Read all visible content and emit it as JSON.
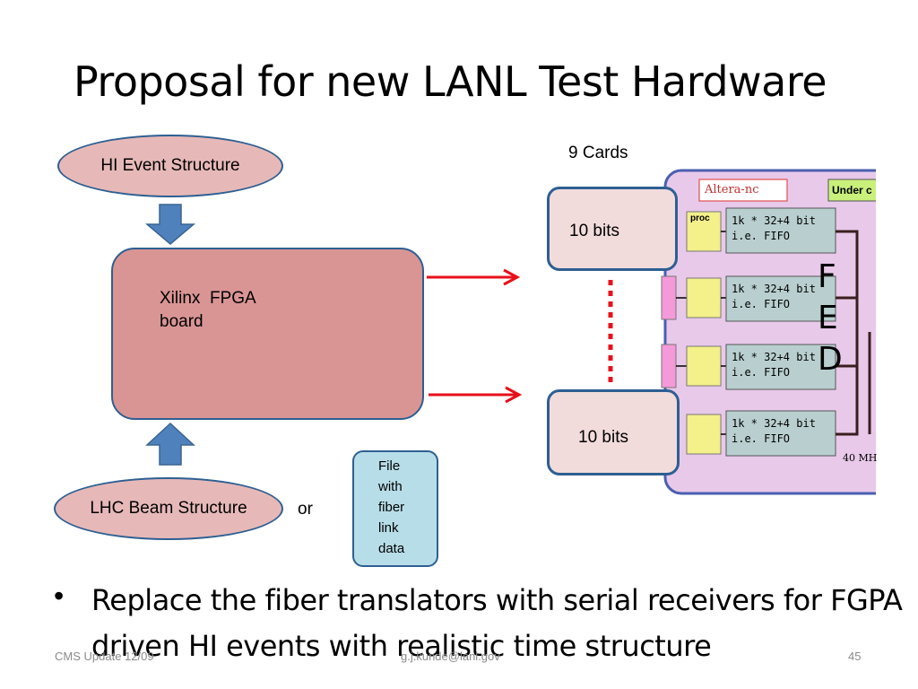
{
  "slide": {
    "title": "Proposal for new LANL Test Hardware",
    "bullet": "Replace the fiber translators with serial receivers for FGPA driven HI events with realistic time structure",
    "footer_left": "CMS Update 12/09",
    "footer_center": "g.j.kunde@lanl.gov",
    "footer_right": "45"
  },
  "diagram": {
    "hi_event": "HI Event Structure",
    "lhc_beam": "LHC Beam Structure",
    "fpga_board": "Xilinx  FPGA\nboard",
    "or_label": "or",
    "file_box": "File\nwith\nfiber\nlink\ndata",
    "cards_count": "9 Cards",
    "card_top": "10 bits",
    "card_bottom": "10 bits",
    "fed_label": "F\nE\nD"
  },
  "hardware_image": {
    "altera_label": "Altera-nc",
    "under_label": "Under c",
    "proc_label": "proc",
    "fifo_line1": "1k * 32+4 bit",
    "fifo_line2": "i.e.  FIFO",
    "clock_label": "40 MH"
  },
  "colors": {
    "arrow_red": "#e8101a",
    "block_arrow_blue": "#4f81bd",
    "ellipse_fill": "#e6b9b8",
    "board_fill": "#d99594",
    "card_fill": "#f2dcdb",
    "file_fill": "#b7dde8",
    "hw_fill": "#e8c9ea"
  }
}
